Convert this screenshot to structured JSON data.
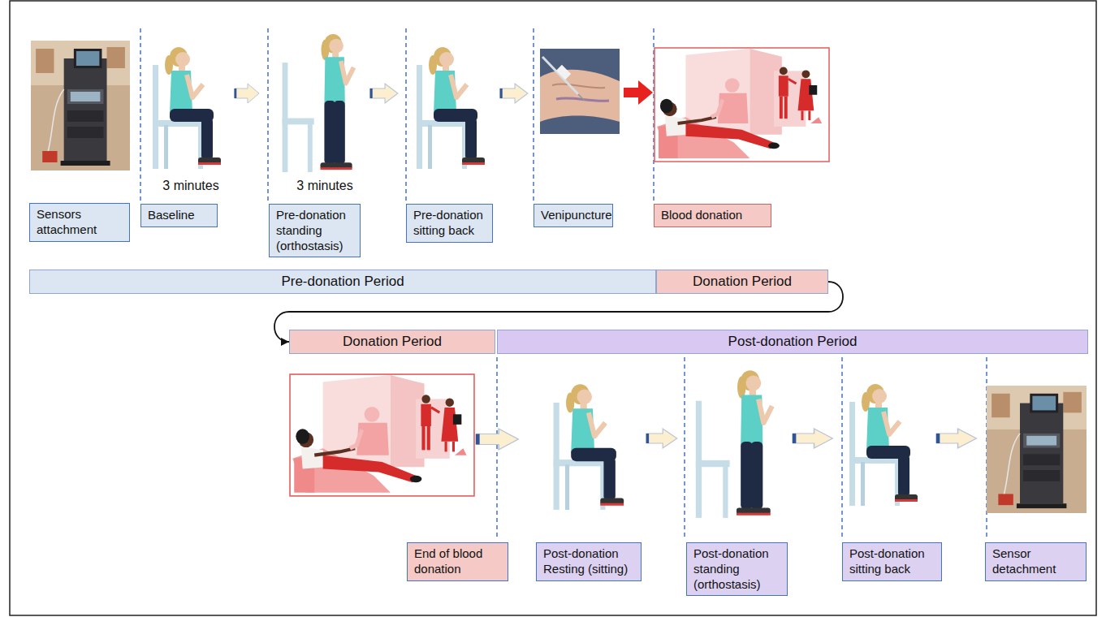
{
  "diagram": {
    "nodes": [
      {
        "text": [
          "Sensors attachment"
        ]
      },
      {
        "text": [
          "Baseline"
        ]
      },
      {
        "text": [
          "Pre-donation standing (orthostasis)"
        ]
      },
      {
        "text": [
          "Pre-donation sitting back"
        ]
      },
      {
        "text": [
          "Venipuncture"
        ]
      },
      {
        "text": [
          "Blood donation"
        ]
      },
      {
        "text": [
          "Pre-donation Period"
        ]
      },
      {
        "text": [
          "Donation Period"
        ]
      },
      {
        "text": [
          "Donation Period"
        ]
      },
      {
        "text": [
          "Post-donation Period"
        ]
      },
      {
        "text": [
          "End of blood donation"
        ]
      },
      {
        "text": [
          "Post-donation Resting (sitting)"
        ]
      },
      {
        "text": [
          "Post-donation standing (orthostasis)"
        ]
      },
      {
        "text": [
          "Post-donation sitting back"
        ]
      },
      {
        "text": [
          "Sensor detachment"
        ]
      }
    ],
    "edges": [
      {
        "from": 7,
        "to": 8,
        "arrow": "to"
      }
    ],
    "labels": [
      "3 minutes",
      "3 minutes"
    ]
  }
}
